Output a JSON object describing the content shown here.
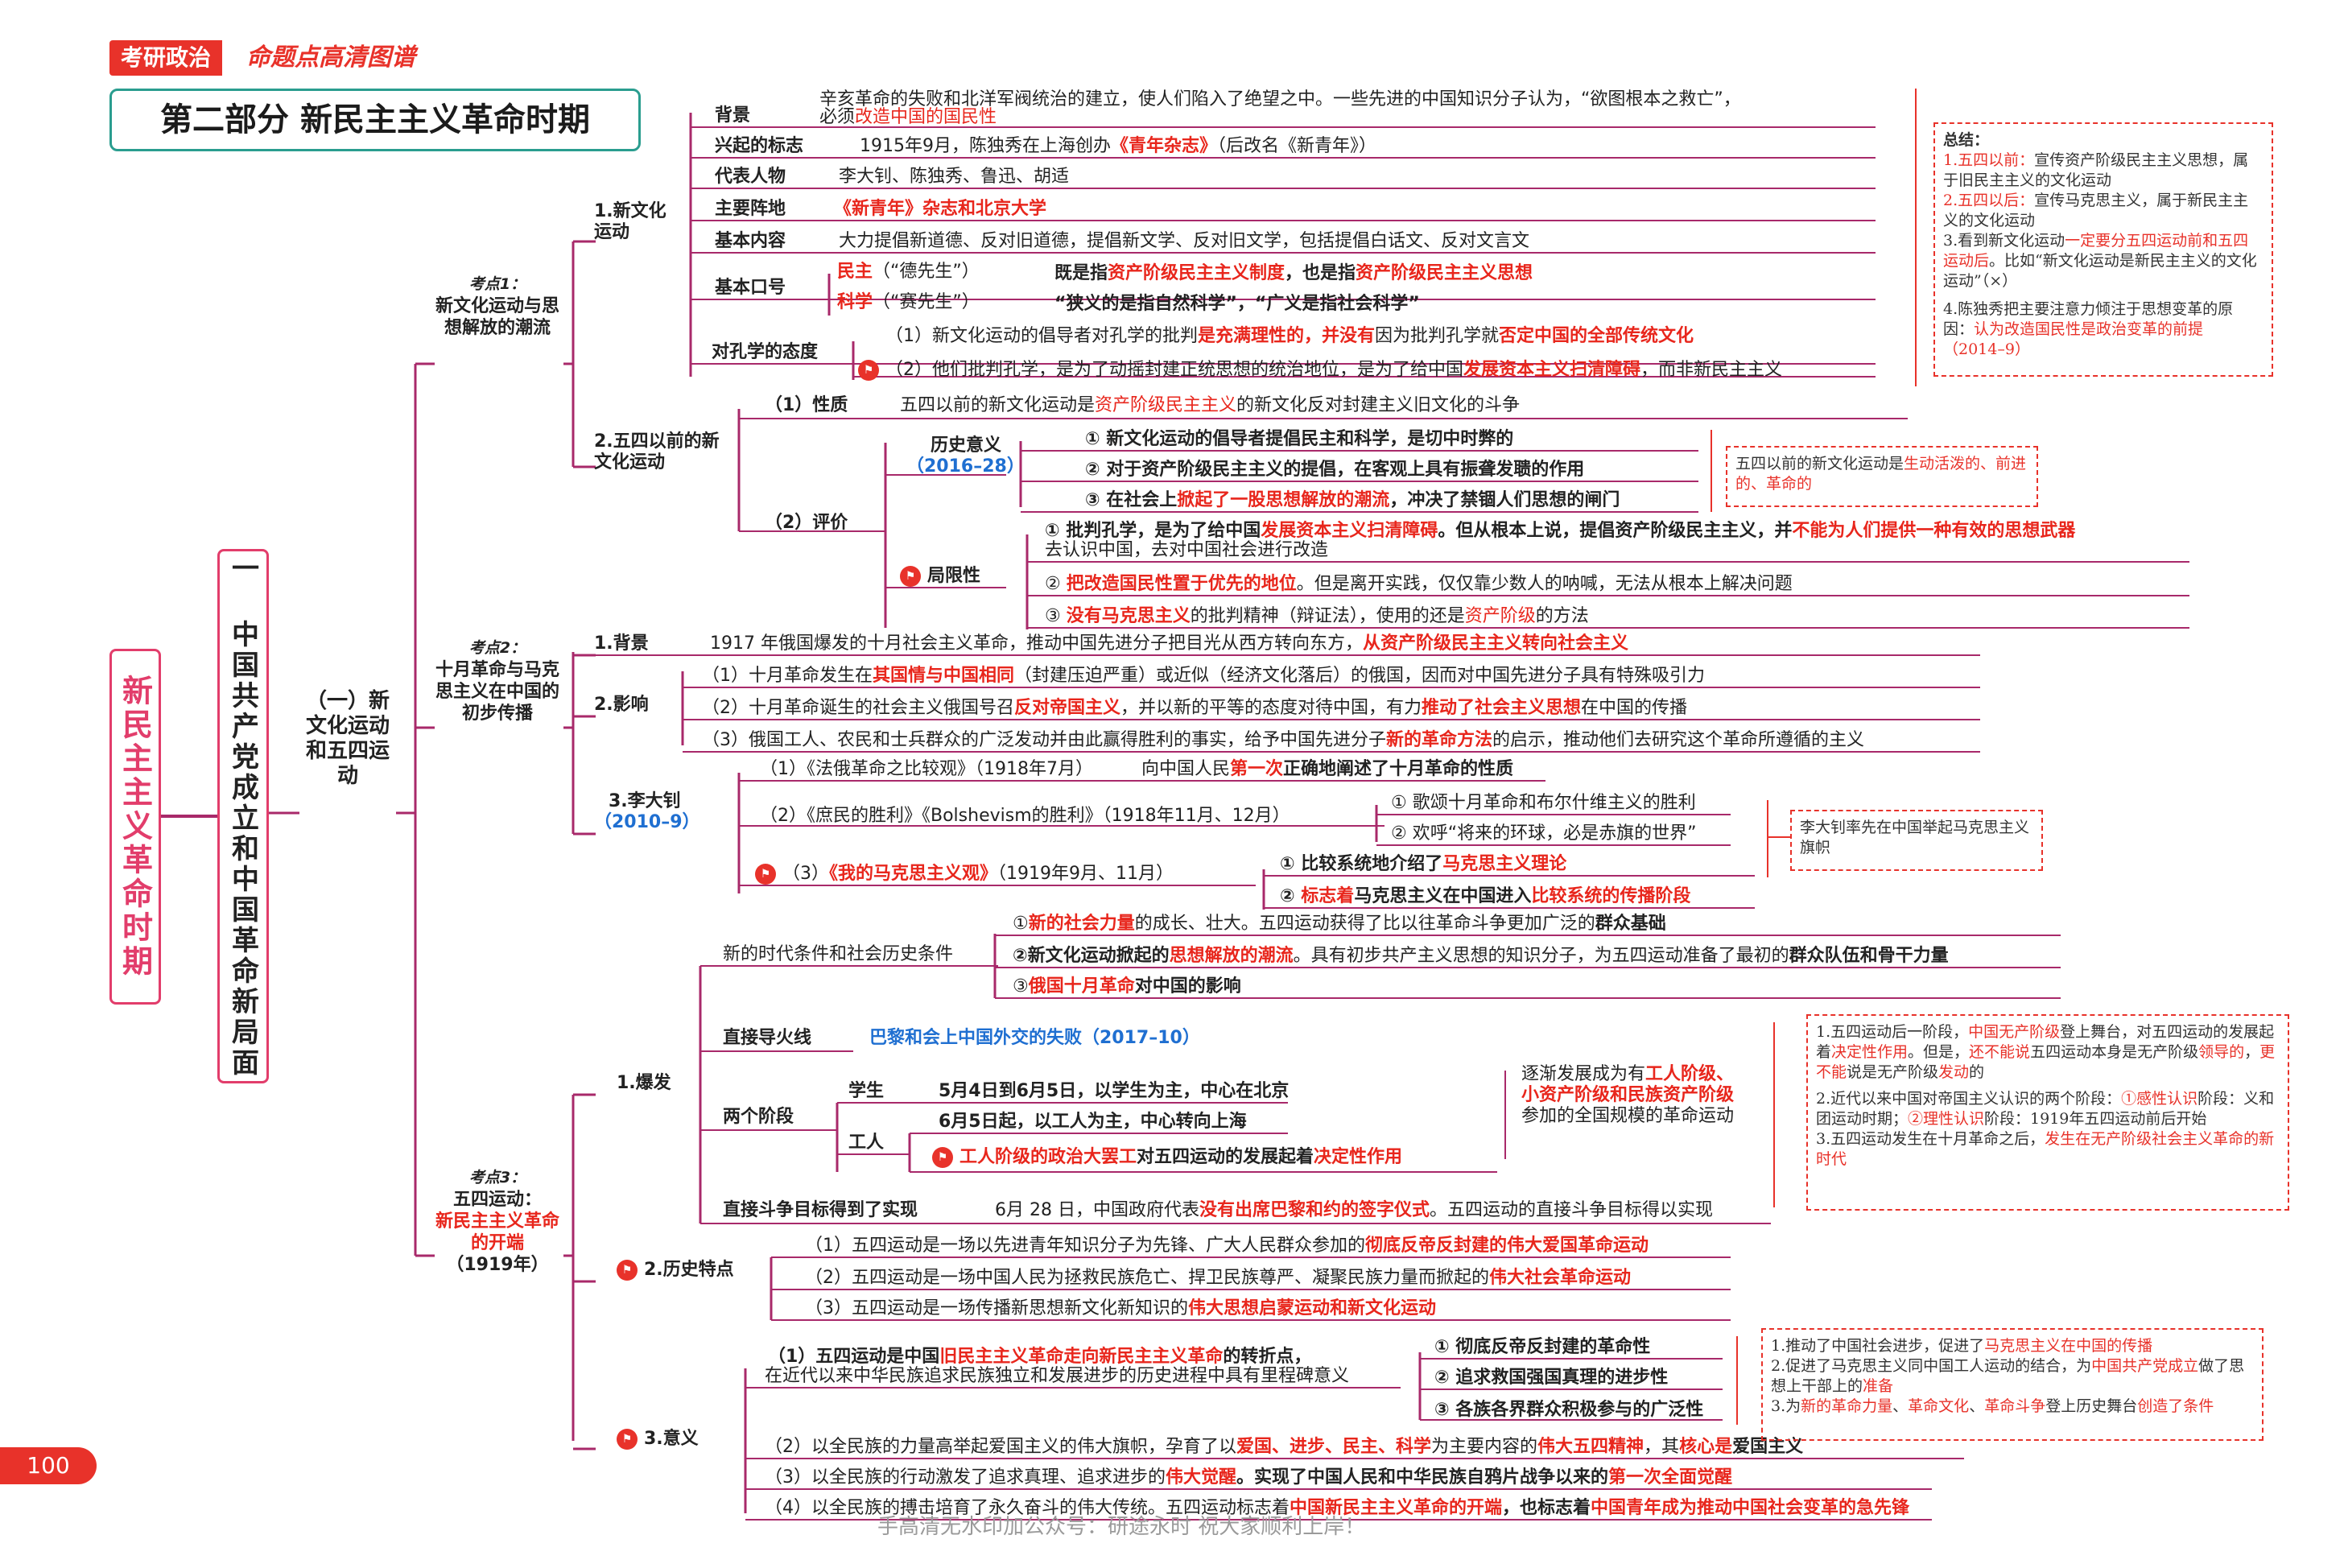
{
  "header": {
    "badge": "考研政治",
    "subtitle": "命题点高清图谱",
    "title": "第二部分 新民主主义革命时期"
  },
  "root": "新民主主义革命时期",
  "chapter": "一 中国共产党成立和中国革命新局面",
  "section": "（一）新文化运动和五四运动",
  "kp1": {
    "tag": "考点1：",
    "text": "新文化运动与思想解放的潮流"
  },
  "kp2": {
    "tag": "考点2：",
    "text": "十月革命与马克思主义在中国的初步传播"
  },
  "kp3": {
    "tag": "考点3：",
    "line1": "五四运动：",
    "line2": "新民主主义革命的开端",
    "line3": "（1919年）"
  },
  "n1": {
    "label": "1.新文化运动",
    "bg_label": "背景",
    "bg_t1": "辛亥革命的失败和北洋军阀统治的建立，使人们陷入了绝望之中。一些先进的中国知识分子认为，“欲图根本之救亡”，",
    "bg_t2a": "必须",
    "bg_t2b": "改造中国的国民性",
    "mark_label": "兴起的标志",
    "mark_a": "1915年9月，陈独秀在上海创办",
    "mark_b": "《青年杂志》",
    "mark_c": "（后改名《新青年》）",
    "rep_label": "代表人物",
    "rep_text": "李大钊、陈独秀、鲁迅、胡适",
    "pos_label": "主要阵地",
    "pos_text": "《新青年》杂志和北京大学",
    "con_label": "基本内容",
    "con_text": "大力提倡新道德、反对旧道德，提倡新文学、反对旧文学，包括提倡白话文、反对文言文",
    "slg_label": "基本口号",
    "slg1a": "民主",
    "slg1b": "（“德先生”）",
    "slg1c": "既是指",
    "slg1d": "资产阶级民主主义制度",
    "slg1e": "，也是指",
    "slg1f": "资产阶级民主主义思想",
    "slg2a": "科学",
    "slg2b": "（“赛先生”）",
    "slg2c": "“狭义的是指自然科学”，“广义是指社会科学”",
    "att_label": "对孔学的态度",
    "att1a": "（1）新文化运动的倡导者对孔学的批判",
    "att1b": "是充满理性的",
    "att1c": "，并没有",
    "att1d": "因为批判孔学就",
    "att1e": "否定中国的全部传统文化",
    "att2a": "（2）他们批判孔学，是为了动摇封建正统思想的统治地位，是为了给中国",
    "att2b": "发展资本主义扫清障碍",
    "att2c": "，而非新民主主义"
  },
  "n2": {
    "label": "2.五四以前的新文化运动",
    "nat_label": "（1）性质",
    "nat_a": "五四以前的新文化运动是",
    "nat_b": "资产阶级民主主义",
    "nat_c": "的新文化反对封建主义旧文化的斗争",
    "eval_label": "（2）评价",
    "hist_label": "历史意义",
    "hist_year": "（2016–28）",
    "h1": "① 新文化运动的倡导者提倡民主和科学，是切中时弊的",
    "h2": "② 对于资产阶级民主主义的提倡，在客观上具有振聋发聩的作用",
    "h3a": "③ 在社会上",
    "h3b": "掀起了一股思想解放的潮流",
    "h3c": "，冲决了禁锢人们思想的闸门",
    "lim_label": "局限性",
    "l1a": "① 批判孔学，是为了给中国",
    "l1b": "发展资本主义扫清障碍",
    "l1c": "。但从根本上说，提倡资产阶级民主主义，并",
    "l1d": "不能为人们提供一种有效的思想武器",
    "l1e": "去认识中国，去对中国社会进行改造",
    "l2a": "② ",
    "l2b": "把改造国民性置于优先的地位",
    "l2c": "。但是离开实践，仅仅靠少数人的呐喊，无法从根本上解决问题",
    "l3a": "③ ",
    "l3b": "没有马克思主义",
    "l3c": "的批判精神（辩证法），使用的还是",
    "l3d": "资产阶级",
    "l3e": "的方法"
  },
  "n3": {
    "bg_label": "1.背景",
    "bg_a": "1917 年俄国爆发的十月社会主义革命，推动中国先进分子把目光从西方转向东方，",
    "bg_b": "从资产阶级民主主义转向社会主义",
    "inf_label": "2.影响",
    "i1a": "（1）十月革命发生在",
    "i1b": "其国情与中国相同",
    "i1c": "（封建压迫严重）或近似（经济文化落后）的俄国，因而对中国先进分子具有特殊吸引力",
    "i2a": "（2）十月革命诞生的社会主义俄国号召",
    "i2b": "反对帝国主义",
    "i2c": "，并以新的平等的态度对待中国，有力",
    "i2d": "推动了社会主义思想",
    "i2e": "在中国的传播",
    "i3a": "（3）俄国工人、农民和士兵群众的广泛发动并由此赢得胜利的事实，给予中国先进分子",
    "i3b": "新的革命方法",
    "i3c": "的启示，推动他们去研究这个革命所遵循的主义",
    "ldz_label": "3.李大钊",
    "ldz_year": "（2010–9）",
    "z1a": "（1）《法俄革命之比较观》（1918年7月）",
    "z1b": "向中国人民",
    "z1c": "第一次",
    "z1d": "正确地阐述了十月革命的性质",
    "z2": "（2）《庶民的胜利》《Bolshevism的胜利》（1918年11月、12月）",
    "z2s1": "① 歌颂十月革命和布尔什维主义的胜利",
    "z2s2": "② 欢呼“将来的环球，必是赤旗的世界”",
    "z3a": "（3）",
    "z3b": "《我的马克思主义观》",
    "z3c": "（1919年9月、11月）",
    "z3s1a": "① 比较系统地介绍了",
    "z3s1b": "马克思主义理论",
    "z3s2a": "② ",
    "z3s2b": "标志着",
    "z3s2c": "马克思主义在中国进入",
    "z3s2d": "比较系统的传播阶段"
  },
  "n4": {
    "out_label": "1.爆发",
    "cond_label": "新的时代条件和社会历史条件",
    "c1a": "①",
    "c1b": "新的社会力量",
    "c1c": "的成长、壮大。五四运动获得了比以往革命斗争更加广泛的",
    "c1d": "群众基础",
    "c2a": "②新文化运动掀起的",
    "c2b": "思想解放的潮流",
    "c2c": "。具有初步共产主义思想的知识分子，为五四运动准备了最初的",
    "c2d": "群众队伍和骨干力量",
    "c3a": "③",
    "c3b": "俄国十月革命",
    "c3c": "对中国的影响",
    "trig_label": "直接导火线",
    "trig_text": "巴黎和会上中国外交的失败（2017–10）",
    "st_label": "两个阶段",
    "st1_label": "学生",
    "st1_text": "5月4日到6月5日，以学生为主，中心在北京",
    "st2_label": "工人",
    "st2_text": "6月5日起，以工人为主，中心转向上海",
    "st2b_a": "工人阶级的政治大罢工",
    "st2b_b": "对五四运动的发展起着",
    "st2b_c": "决定性作用",
    "st_r1": "逐渐发展成为有",
    "st_r2": "工人阶级、",
    "st_r3": "小资产阶级和民族资产阶级",
    "st_r4": "参加的全国规模的革命运动",
    "goal_label": "直接斗争目标得到了实现",
    "goal_a": "6月 28 日，中国政府代表",
    "goal_b": "没有出席巴黎和约的签字仪式",
    "goal_c": "。五四运动的直接斗争目标得以实现",
    "feat_label": "2.历史特点",
    "f1a": "（1）五四运动是一场以先进青年知识分子为先锋、广大人民群众参加的",
    "f1b": "彻底反帝反封建的伟大爱国革命运动",
    "f2a": "（2）五四运动是一场中国人民为拯救民族危亡、捍卫民族尊严、凝聚民族力量而掀起的",
    "f2b": "伟大社会革命运动",
    "f3a": "（3）五四运动是一场传播新思想新文化新知识的",
    "f3b": "伟大思想启蒙运动和新文化运动",
    "sig_label": "3.意义",
    "s1a": "（1）五四运动是中国",
    "s1b": "旧民主主义革命走向新民主主义革命",
    "s1c": "的转折点，",
    "s1d": "在近代以来中华民族追求民族独立和发展进步的历史进程中具有里程碑意义",
    "s1s1": "① 彻底反帝反封建的革命性",
    "s1s2": "② 追求救国强国真理的进步性",
    "s1s3": "③ 各族各界群众积极参与的广泛性",
    "s2a": "（2）以全民族的力量高举起爱国主义的伟大旗帜，孕育了以",
    "s2b": "爱国、进步、民主、科学",
    "s2c": "为主要内容的",
    "s2d": "伟大五四精神",
    "s2e": "，其",
    "s2f": "核心是",
    "s2g": "爱国主义",
    "s3a": "（3）以全民族的行动激发了追求真理、追求进步的",
    "s3b": "伟大觉醒",
    "s3c": "。实现了中国人民和中华民族自鸦片战争以来的",
    "s3d": "第一次全面觉醒",
    "s4a": "（4）以全民族的搏击培育了永久奋斗的伟大传统。五四运动标志着",
    "s4b": "中国新民主主义革命的开端",
    "s4c": "，也标志着",
    "s4d": "中国青年成为推动中国社会变革的急先锋"
  },
  "notes": {
    "a_title": "总结：",
    "a1a": "1.五四以前：",
    "a1b": "宣传资产阶级民主主义思想，属于旧民主主义的文化运动",
    "a2a": "2.五四以后：",
    "a2b": "宣传马克思主义，属于新民主主义的文化运动",
    "a3a": "3.看到新文化运动",
    "a3b": "一定要分五四运动前和五四运动后",
    "a3c": "。比如“新文化运动是新民主主义的文化运动”（×）",
    "a4a": "4.陈独秀把主要注意力倾注于思想变革的原因：",
    "a4b": "认为改造国民性是政治变革的前提（2014–9）",
    "b1": "五四以前的新文化运动是",
    "b2": "生动活泼的、前进的、革命的",
    "c1": "李大钊率先在中国举起马克思主义旗帜",
    "d1a": "1.五四运动后一阶段，",
    "d1b": "中国无产阶级",
    "d1c": "登上舞台，对五四运动的发展起着",
    "d1d": "决定性作用",
    "d1e": "。但是，",
    "d1f": "还不能说",
    "d1g": "五四运动本身是无产阶级",
    "d1h": "领导的",
    "d1i": "，",
    "d1j": "更不能",
    "d1k": "说是无产阶级",
    "d1l": "发动",
    "d1m": "的",
    "d2a": "2.近代以来中国对帝国主义认识的两个阶段：",
    "d2b": "①感性认识",
    "d2c": "阶段：义和团运动时期；",
    "d2d": "②理性认识",
    "d2e": "阶段：1919年五四运动前后开始",
    "d3a": "3.五四运动发生在十月革命之后，",
    "d3b": "发生在无产阶级社会主义革命的新时代",
    "e1a": "1.推动了中国社会进步，促进了",
    "e1b": "马克思主义在中国的传播",
    "e2a": "2.促进了马克思主义同中国工人运动的结合，为",
    "e2b": "中国共产党成立",
    "e2c": "做了思想上干部上的",
    "e2d": "准备",
    "e3a": "3.为",
    "e3b": "新的革命力量",
    "e3c": "、",
    "e3d": "革命文化",
    "e3e": "、",
    "e3f": "革命斗争",
    "e3g": "登上历史舞台",
    "e3h": "创造了条件"
  },
  "page_number": "100",
  "watermark": "手高清无水印加公众号：研途永时 祝大家顺利上岸！",
  "colors": {
    "line": "#a8296a",
    "red": "#e8261c",
    "blue": "#1f6fd1",
    "teal": "#2a9d8f"
  }
}
